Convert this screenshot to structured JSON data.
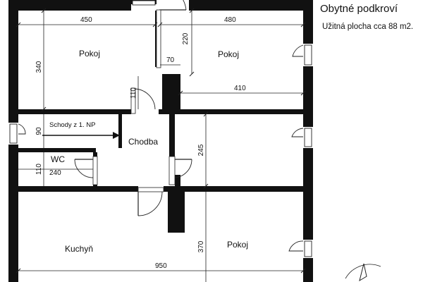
{
  "header": {
    "title": "Obytné podkroví",
    "subtitle": "Užitná plocha cca 88 m2."
  },
  "rooms": {
    "pokoj_top_left": "Pokoj",
    "pokoj_top_right": "Pokoj",
    "stairs": "Schody z 1. NP",
    "hallway": "Chodba",
    "wc": "WC",
    "kitchen": "Kuchyň",
    "pokoj_bottom_right": "Pokoj"
  },
  "dimensions": {
    "top_left_width": "450",
    "top_right_width": "480",
    "top_left_height": "340",
    "top_right_depth": "220",
    "small_70": "70",
    "inner_410": "410",
    "door_110_upper": "110",
    "stairs_90": "90",
    "wc_110": "110",
    "wc_240": "240",
    "mid_right_245": "245",
    "bottom_370": "370",
    "total_950": "950"
  }
}
